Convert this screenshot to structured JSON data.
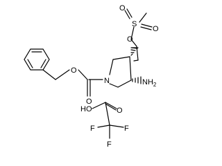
{
  "structure": {
    "atoms": {
      "s": "S",
      "o_top": "O",
      "o_right": "O",
      "o_ester": "O",
      "n_ring": "N",
      "amine": "NH",
      "amine_sub": "2",
      "o_carbamate_ether": "O",
      "o_carbamate_carbonyl": "O"
    },
    "salt": {
      "ho": "HO",
      "o_carbonyl": "O",
      "f_left": "F",
      "f_right": "F",
      "f_bottom": "F"
    }
  }
}
